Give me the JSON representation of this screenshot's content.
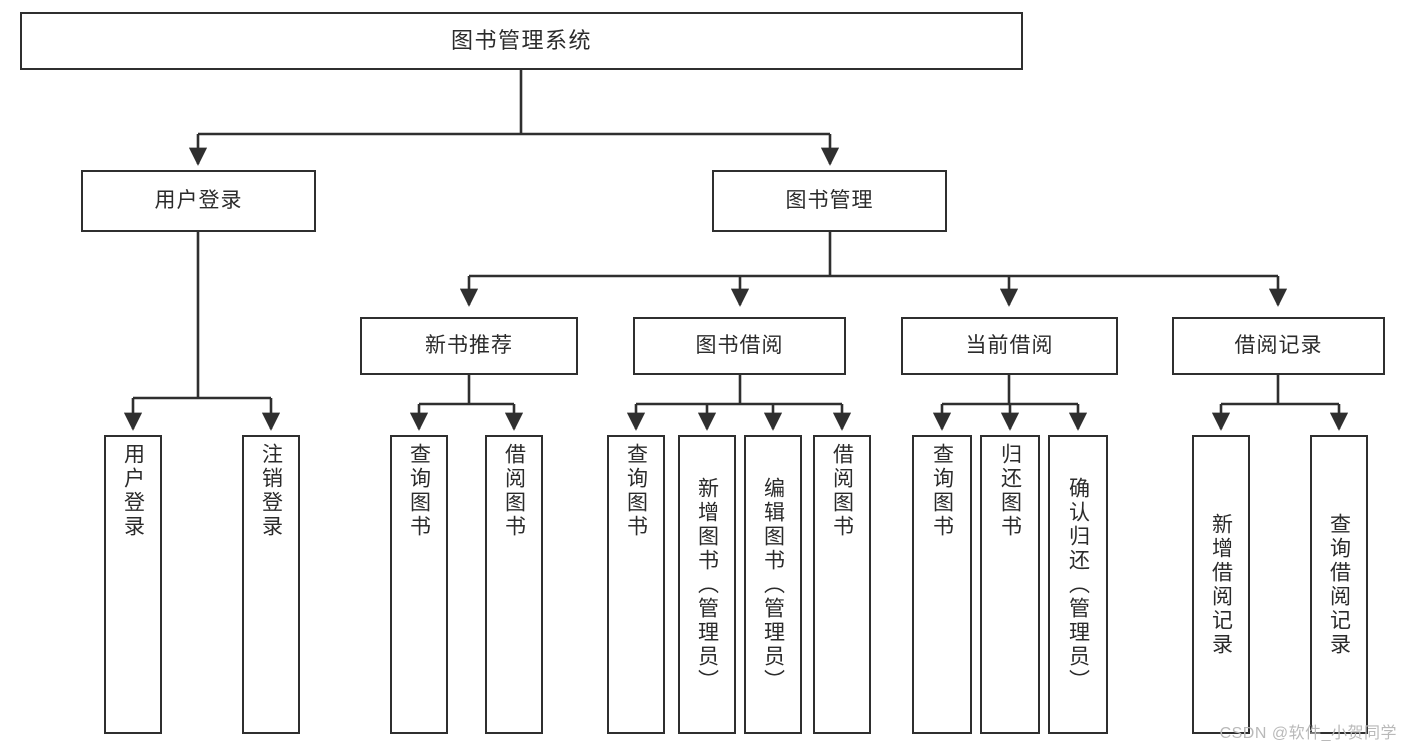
{
  "diagram": {
    "title": "图书管理系统",
    "type": "tree",
    "watermark": "CSDN @软件_小贺同学",
    "colors": {
      "box_border": "#2f2f2f",
      "box_fill": "#ffffff",
      "connector": "#2f2f2f",
      "text": "#2b2b2b",
      "watermark": "#b9b9b9"
    },
    "levels": {
      "root": "图书管理系统",
      "level2": [
        "用户登录",
        "图书管理"
      ],
      "level3": [
        "新书推荐",
        "图书借阅",
        "当前借阅",
        "借阅记录"
      ]
    },
    "nodes": {
      "root": {
        "label": "图书管理系统"
      },
      "user_login": {
        "label": "用户登录"
      },
      "book_manage": {
        "label": "图书管理"
      },
      "new_book_rec": {
        "label": "新书推荐"
      },
      "book_borrow": {
        "label": "图书借阅"
      },
      "current_borrow": {
        "label": "当前借阅"
      },
      "borrow_record": {
        "label": "借阅记录"
      }
    },
    "leaves": [
      {
        "id": "leaf-user-login",
        "label": "用户登录",
        "parent": "用户登录"
      },
      {
        "id": "leaf-logout-login",
        "label": "注销登录",
        "parent": "用户登录"
      },
      {
        "id": "leaf-query-book-1",
        "label": "查询图书",
        "parent": "新书推荐"
      },
      {
        "id": "leaf-borrow-book-1",
        "label": "借阅图书",
        "parent": "新书推荐"
      },
      {
        "id": "leaf-query-book-2",
        "label": "查询图书",
        "parent": "图书借阅"
      },
      {
        "id": "leaf-add-book",
        "label": "新增图书（管理员）",
        "parent": "图书借阅"
      },
      {
        "id": "leaf-edit-book",
        "label": "编辑图书（管理员）",
        "parent": "图书借阅"
      },
      {
        "id": "leaf-borrow-book-2",
        "label": "借阅图书",
        "parent": "图书借阅"
      },
      {
        "id": "leaf-query-book-3",
        "label": "查询图书",
        "parent": "当前借阅"
      },
      {
        "id": "leaf-return-book",
        "label": "归还图书",
        "parent": "当前借阅"
      },
      {
        "id": "leaf-confirm-return",
        "label": "确认归还（管理员）",
        "parent": "当前借阅"
      },
      {
        "id": "leaf-add-record",
        "label": "新增借阅记录",
        "parent": "借阅记录"
      },
      {
        "id": "leaf-query-record",
        "label": "查询借阅记录",
        "parent": "借阅记录"
      }
    ]
  }
}
